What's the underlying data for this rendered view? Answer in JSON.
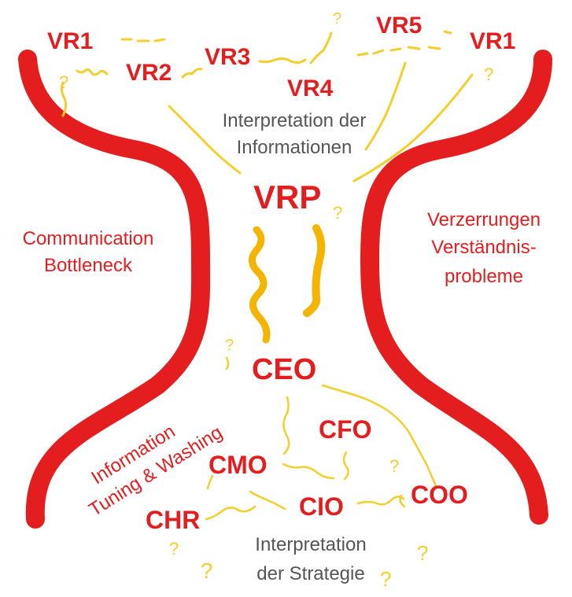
{
  "board_roles": {
    "vr1_left": "VR1",
    "vr2": "VR2",
    "vr3": "VR3",
    "vr4": "VR4",
    "vr5": "VR5",
    "vr1_right": "VR1",
    "vrp": "VRP"
  },
  "executive_roles": {
    "ceo": "CEO",
    "cfo": "CFO",
    "cmo": "CMO",
    "cio": "CIO",
    "coo": "COO",
    "chr": "CHR"
  },
  "annotations": {
    "interpretation_info_line1": "Interpretation der",
    "interpretation_info_line2": "Informationen",
    "communication_line1": "Communication",
    "communication_line2": "Bottleneck",
    "distortions_line1": "Verzerrungen",
    "distortions_line2": "Verständnis-",
    "distortions_line3": "probleme",
    "tuning_line1": "Information",
    "tuning_line2": "Tuning & Washing",
    "interpretation_strategy_line1": "Interpretation",
    "interpretation_strategy_line2": "der Strategie"
  },
  "colors": {
    "red": "#e41e1e",
    "gray_text": "#555555",
    "yellow": "#f2cf2a",
    "orange": "#f5b400",
    "white": "#ffffff"
  },
  "icons": {
    "question": "?"
  }
}
